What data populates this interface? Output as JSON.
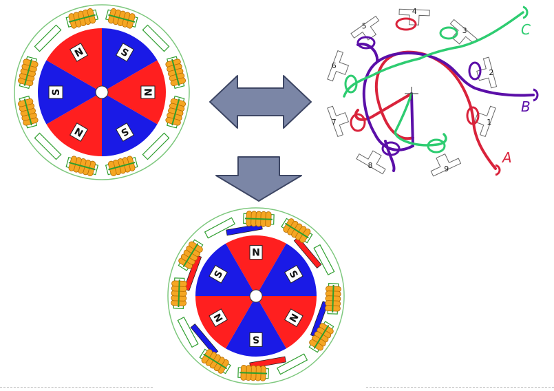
{
  "colors": {
    "red": "#ff1f1f",
    "blue": "#1a1ae6",
    "coil_orange": "#f5a623",
    "coil_green": "#2e9e2e",
    "stator_ring": "#7ec87e",
    "arrow_fill": "#7b86a6",
    "arrow_edge": "#3d4664",
    "wire_red": "#d9233b",
    "wire_green": "#2ecc71",
    "wire_purple": "#5b0fa8"
  },
  "motor_top": {
    "sectors": [
      {
        "color": "blue",
        "pole": "S"
      },
      {
        "color": "red",
        "pole": "N"
      },
      {
        "color": "blue",
        "pole": "S"
      },
      {
        "color": "red",
        "pole": "N"
      },
      {
        "color": "blue",
        "pole": "S"
      },
      {
        "color": "red",
        "pole": "N"
      }
    ]
  },
  "motor_bottom": {
    "sectors": [
      {
        "color": "red",
        "pole": "N"
      },
      {
        "color": "blue",
        "pole": "S"
      },
      {
        "color": "red",
        "pole": "N"
      },
      {
        "color": "blue",
        "pole": "S"
      },
      {
        "color": "red",
        "pole": "N"
      },
      {
        "color": "blue",
        "pole": "S"
      }
    ]
  },
  "winding": {
    "slots": [
      "1",
      "2",
      "3",
      "4",
      "5",
      "6",
      "7",
      "8",
      "9"
    ],
    "phases": [
      "A",
      "B",
      "C"
    ]
  },
  "arrows": {
    "double": "double-headed-arrow",
    "down": "down-arrow"
  }
}
